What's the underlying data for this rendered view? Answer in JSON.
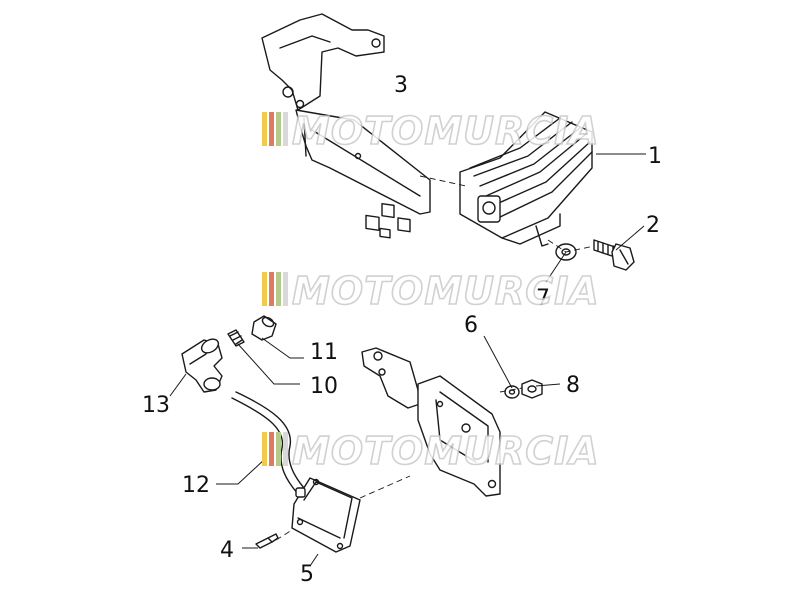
{
  "watermark": {
    "text": "MOTOMURCIA",
    "stripe_colors": [
      "#f2c94c",
      "#e07a5f",
      "#b5c98a",
      "#d9d9d9"
    ]
  },
  "callouts": {
    "c1": "1",
    "c2": "2",
    "c3": "3",
    "c4": "4",
    "c5": "5",
    "c6": "6",
    "c7": "7",
    "c8": "8",
    "c10": "10",
    "c11": "11",
    "c12": "12",
    "c13": "13"
  }
}
